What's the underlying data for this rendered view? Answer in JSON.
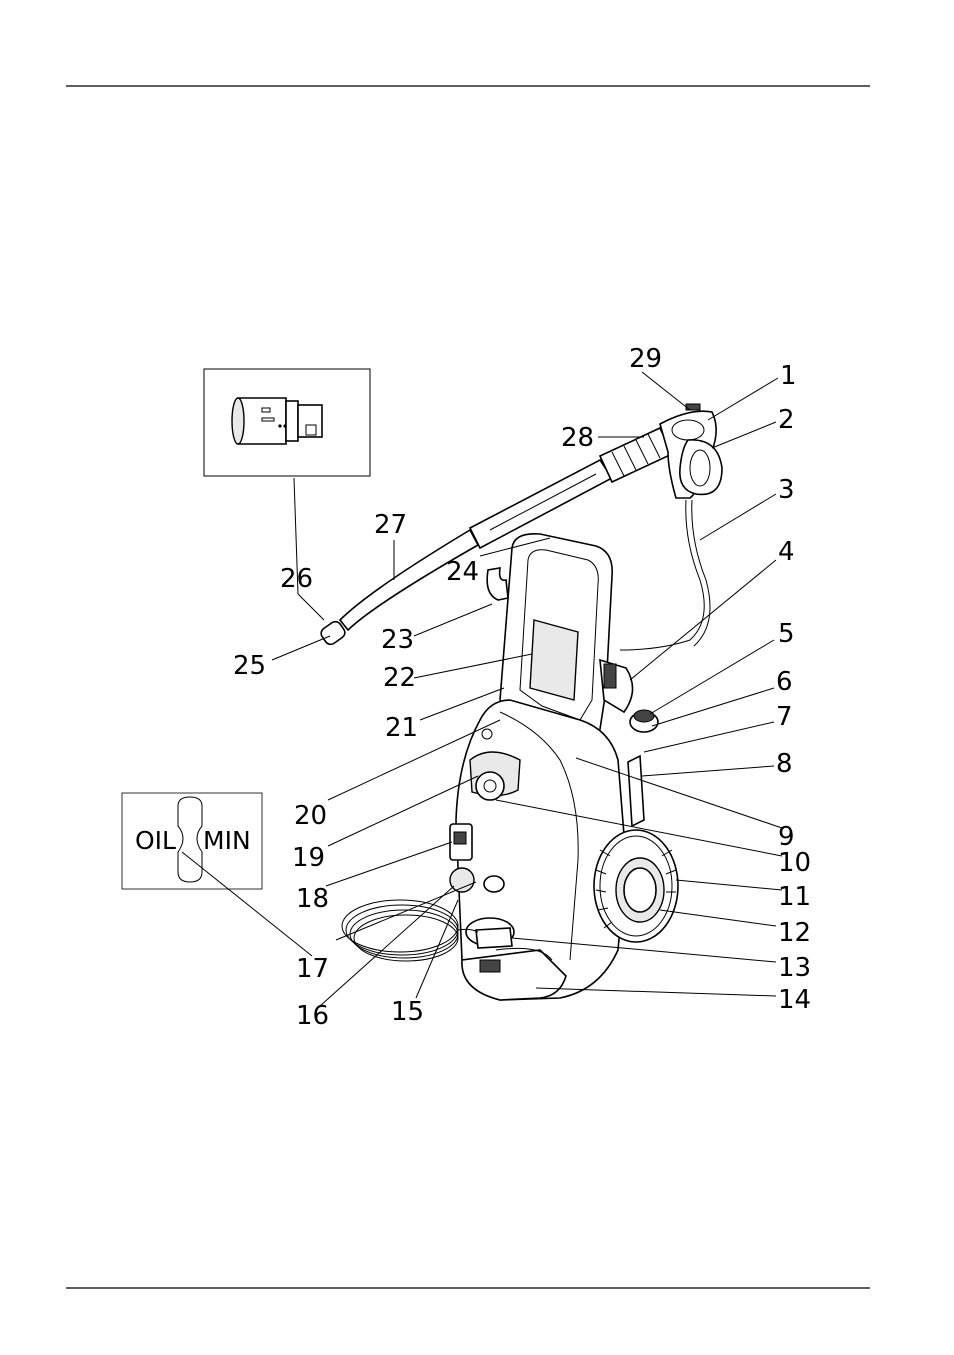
{
  "callouts": [
    {
      "num": "1"
    },
    {
      "num": "2"
    },
    {
      "num": "3"
    },
    {
      "num": "4"
    },
    {
      "num": "5"
    },
    {
      "num": "6"
    },
    {
      "num": "7"
    },
    {
      "num": "8"
    },
    {
      "num": "9"
    },
    {
      "num": "10"
    },
    {
      "num": "11"
    },
    {
      "num": "12"
    },
    {
      "num": "13"
    },
    {
      "num": "14"
    },
    {
      "num": "15"
    },
    {
      "num": "16"
    },
    {
      "num": "17"
    },
    {
      "num": "18"
    },
    {
      "num": "19"
    },
    {
      "num": "20"
    },
    {
      "num": "21"
    },
    {
      "num": "22"
    },
    {
      "num": "23"
    },
    {
      "num": "24"
    },
    {
      "num": "25"
    },
    {
      "num": "26"
    },
    {
      "num": "27"
    },
    {
      "num": "28"
    },
    {
      "num": "29"
    }
  ],
  "oil_inset": {
    "left_text": "OIL",
    "right_text": "MIN"
  }
}
